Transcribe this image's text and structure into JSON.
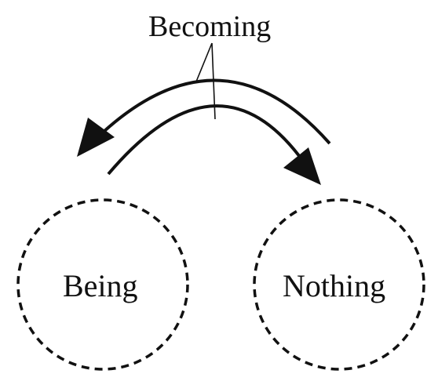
{
  "labels": {
    "becoming": "Becoming",
    "being": "Being",
    "nothing": "Nothing"
  },
  "colors": {
    "stroke": "#111111",
    "background": "#ffffff"
  },
  "icons": {
    "left_arrowhead": "arrowhead-left-icon",
    "right_arrowhead": "arrowhead-right-icon"
  }
}
